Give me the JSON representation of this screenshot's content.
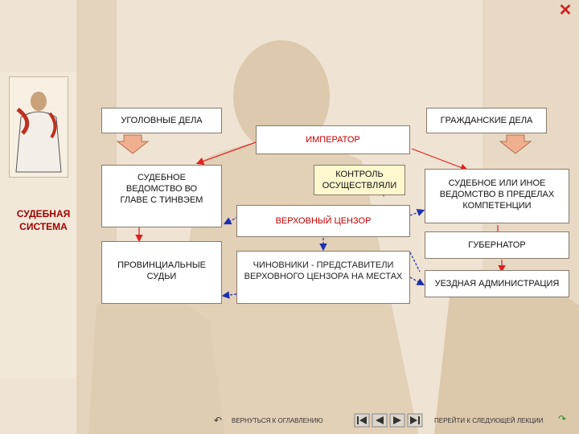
{
  "close_icon": "close-icon",
  "side_title": "СУДЕБНАЯ СИСТЕМА",
  "boxes": {
    "criminal": "УГОЛОВНЫЕ ДЕЛА",
    "civil": "ГРАЖДАНСКИЕ ДЕЛА",
    "emperor": "ИМПЕРАТОР",
    "judicial_dept": "СУДЕБНОЕ ВЕДОМСТВО ВО ГЛАВЕ С ТИНВЭЕМ",
    "control": "КОНТРОЛЬ ОСУЩЕСТВЛЯЛИ",
    "chief_censor": "ВЕРХОВНЫЙ ЦЕНЗОР",
    "judicial_other": "СУДЕБНОЕ ИЛИ ИНОЕ ВЕДОМСТВО В ПРЕДЕЛАХ КОМПЕТЕНЦИИ",
    "governor": "ГУБЕРНАТОР",
    "provincial_judges": "ПРОВИНЦИАЛЬНЫЕ СУДЬИ",
    "officials": "ЧИНОВНИКИ - ПРЕДСТАВИТЕЛИ ВЕРХОВНОГО ЦЕНЗОРА НА МЕСТАХ",
    "county_admin": "УЕЗДНАЯ АДМИНИСТРАЦИЯ"
  },
  "nav": {
    "back_label": "ВЕРНУТЬСЯ К ОГЛАВЛЕНИЮ",
    "next_label": "ПЕРЕЙТИ К СЛЕДУЮЩЕЙ ЛЕКЦИИ"
  },
  "colors": {
    "arrow_red": "#e02020",
    "arrow_blue": "#1a2fb0",
    "fat_arrow": "#f0b090",
    "title_red": "#a00000"
  }
}
